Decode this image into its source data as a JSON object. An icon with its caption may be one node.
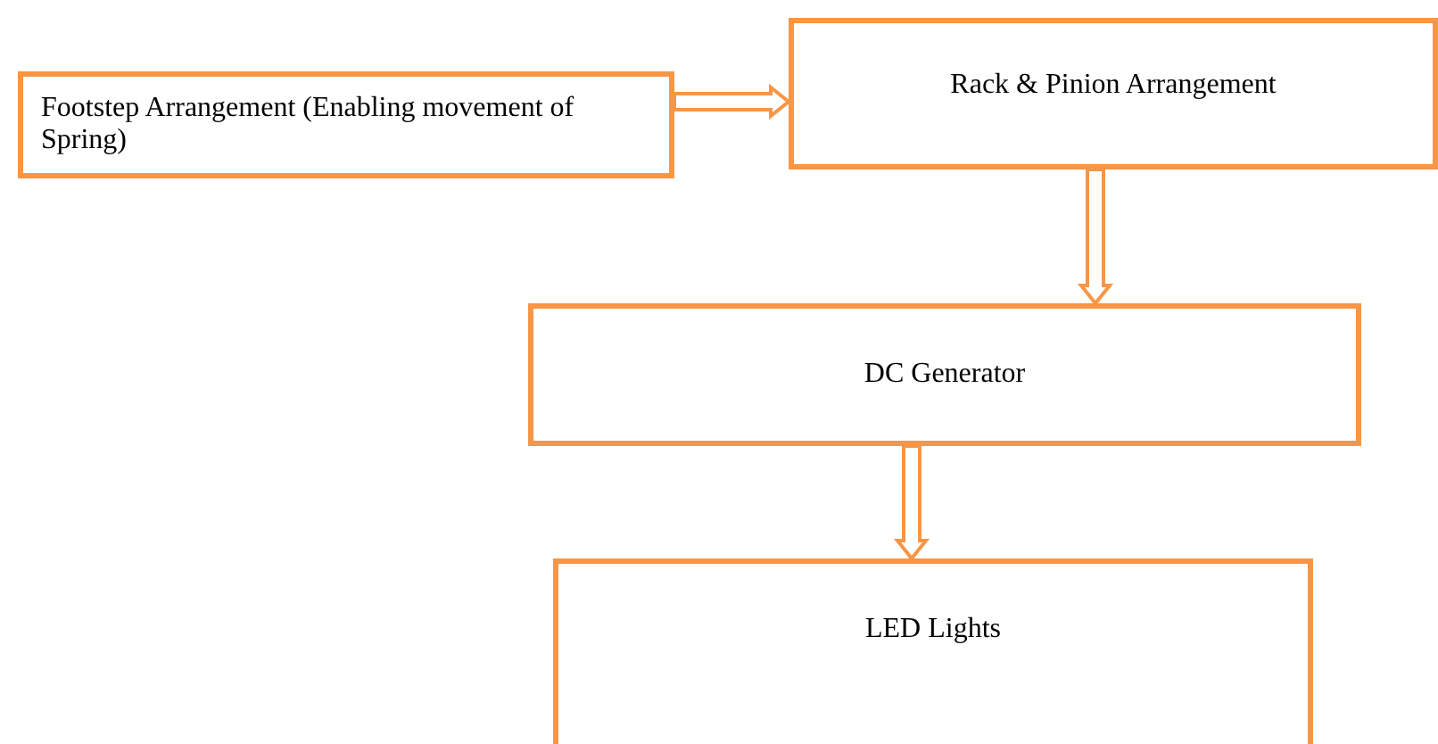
{
  "diagram": {
    "nodes": [
      {
        "text": [
          "Footstep Arrangement (Enabling movement of Spring)"
        ]
      },
      {
        "text": [
          "Rack & Pinion Arrangement"
        ]
      },
      {
        "text": [
          "DC Generator"
        ]
      },
      {
        "text": [
          "LED Lights"
        ]
      }
    ],
    "edges": [
      {
        "from": 0,
        "to": 1,
        "arrow": "to"
      },
      {
        "from": 1,
        "to": 2,
        "arrow": "to"
      },
      {
        "from": 2,
        "to": 3,
        "arrow": "to"
      }
    ]
  }
}
